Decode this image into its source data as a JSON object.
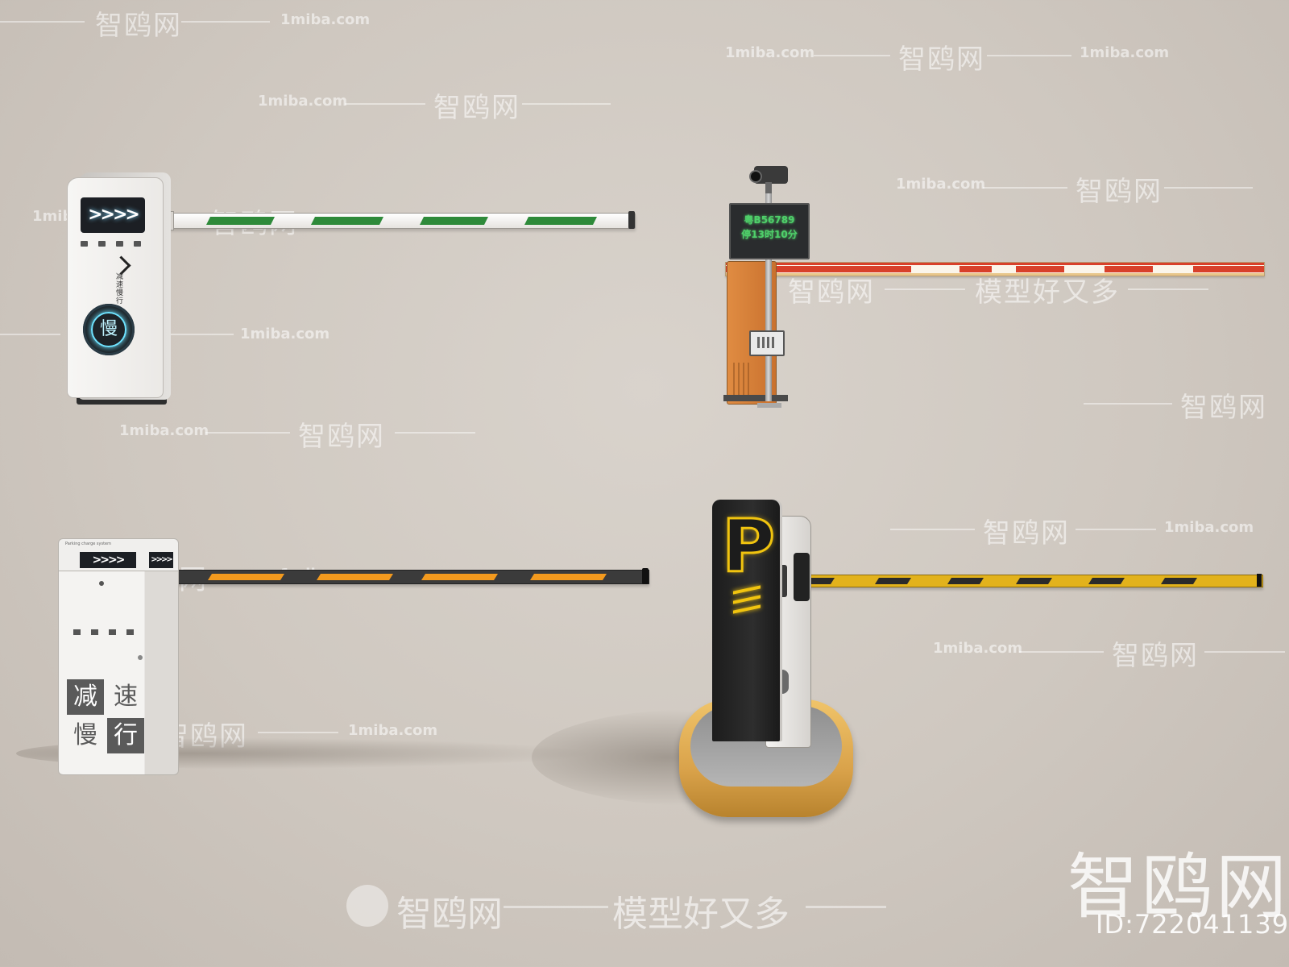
{
  "watermark": {
    "brand": "智鸥网",
    "domain": "1miba.com",
    "slogan": "模型好又多",
    "id_label": "ID:722041139"
  },
  "barrier_1": {
    "display_arrows": ">>>>",
    "side_text": "减速慢行",
    "round_button_glyph": "慢"
  },
  "barrier_2": {
    "led_line_1": "粤B56789",
    "led_line_2": "停13时10分"
  },
  "barrier_3": {
    "display_arrows": ">>>>",
    "side_arrows": ">>>>",
    "tiny_label": "Parking charge system",
    "sign_chars": [
      "减",
      "速",
      "慢",
      "行"
    ]
  },
  "barrier_4": {
    "sign_letter": "P"
  },
  "colors": {
    "background": "#d2cbc3",
    "green_stripe": "#2e8a3a",
    "red_stripe": "#d8402a",
    "orange_cabinet": "#d9843c",
    "gold_base": "#d9a24a",
    "yellow_stripe": "#e2b21c",
    "neon_yellow": "#f1c40f",
    "led_green": "#4fd06a",
    "cyan_glow": "#6fe3ff"
  }
}
